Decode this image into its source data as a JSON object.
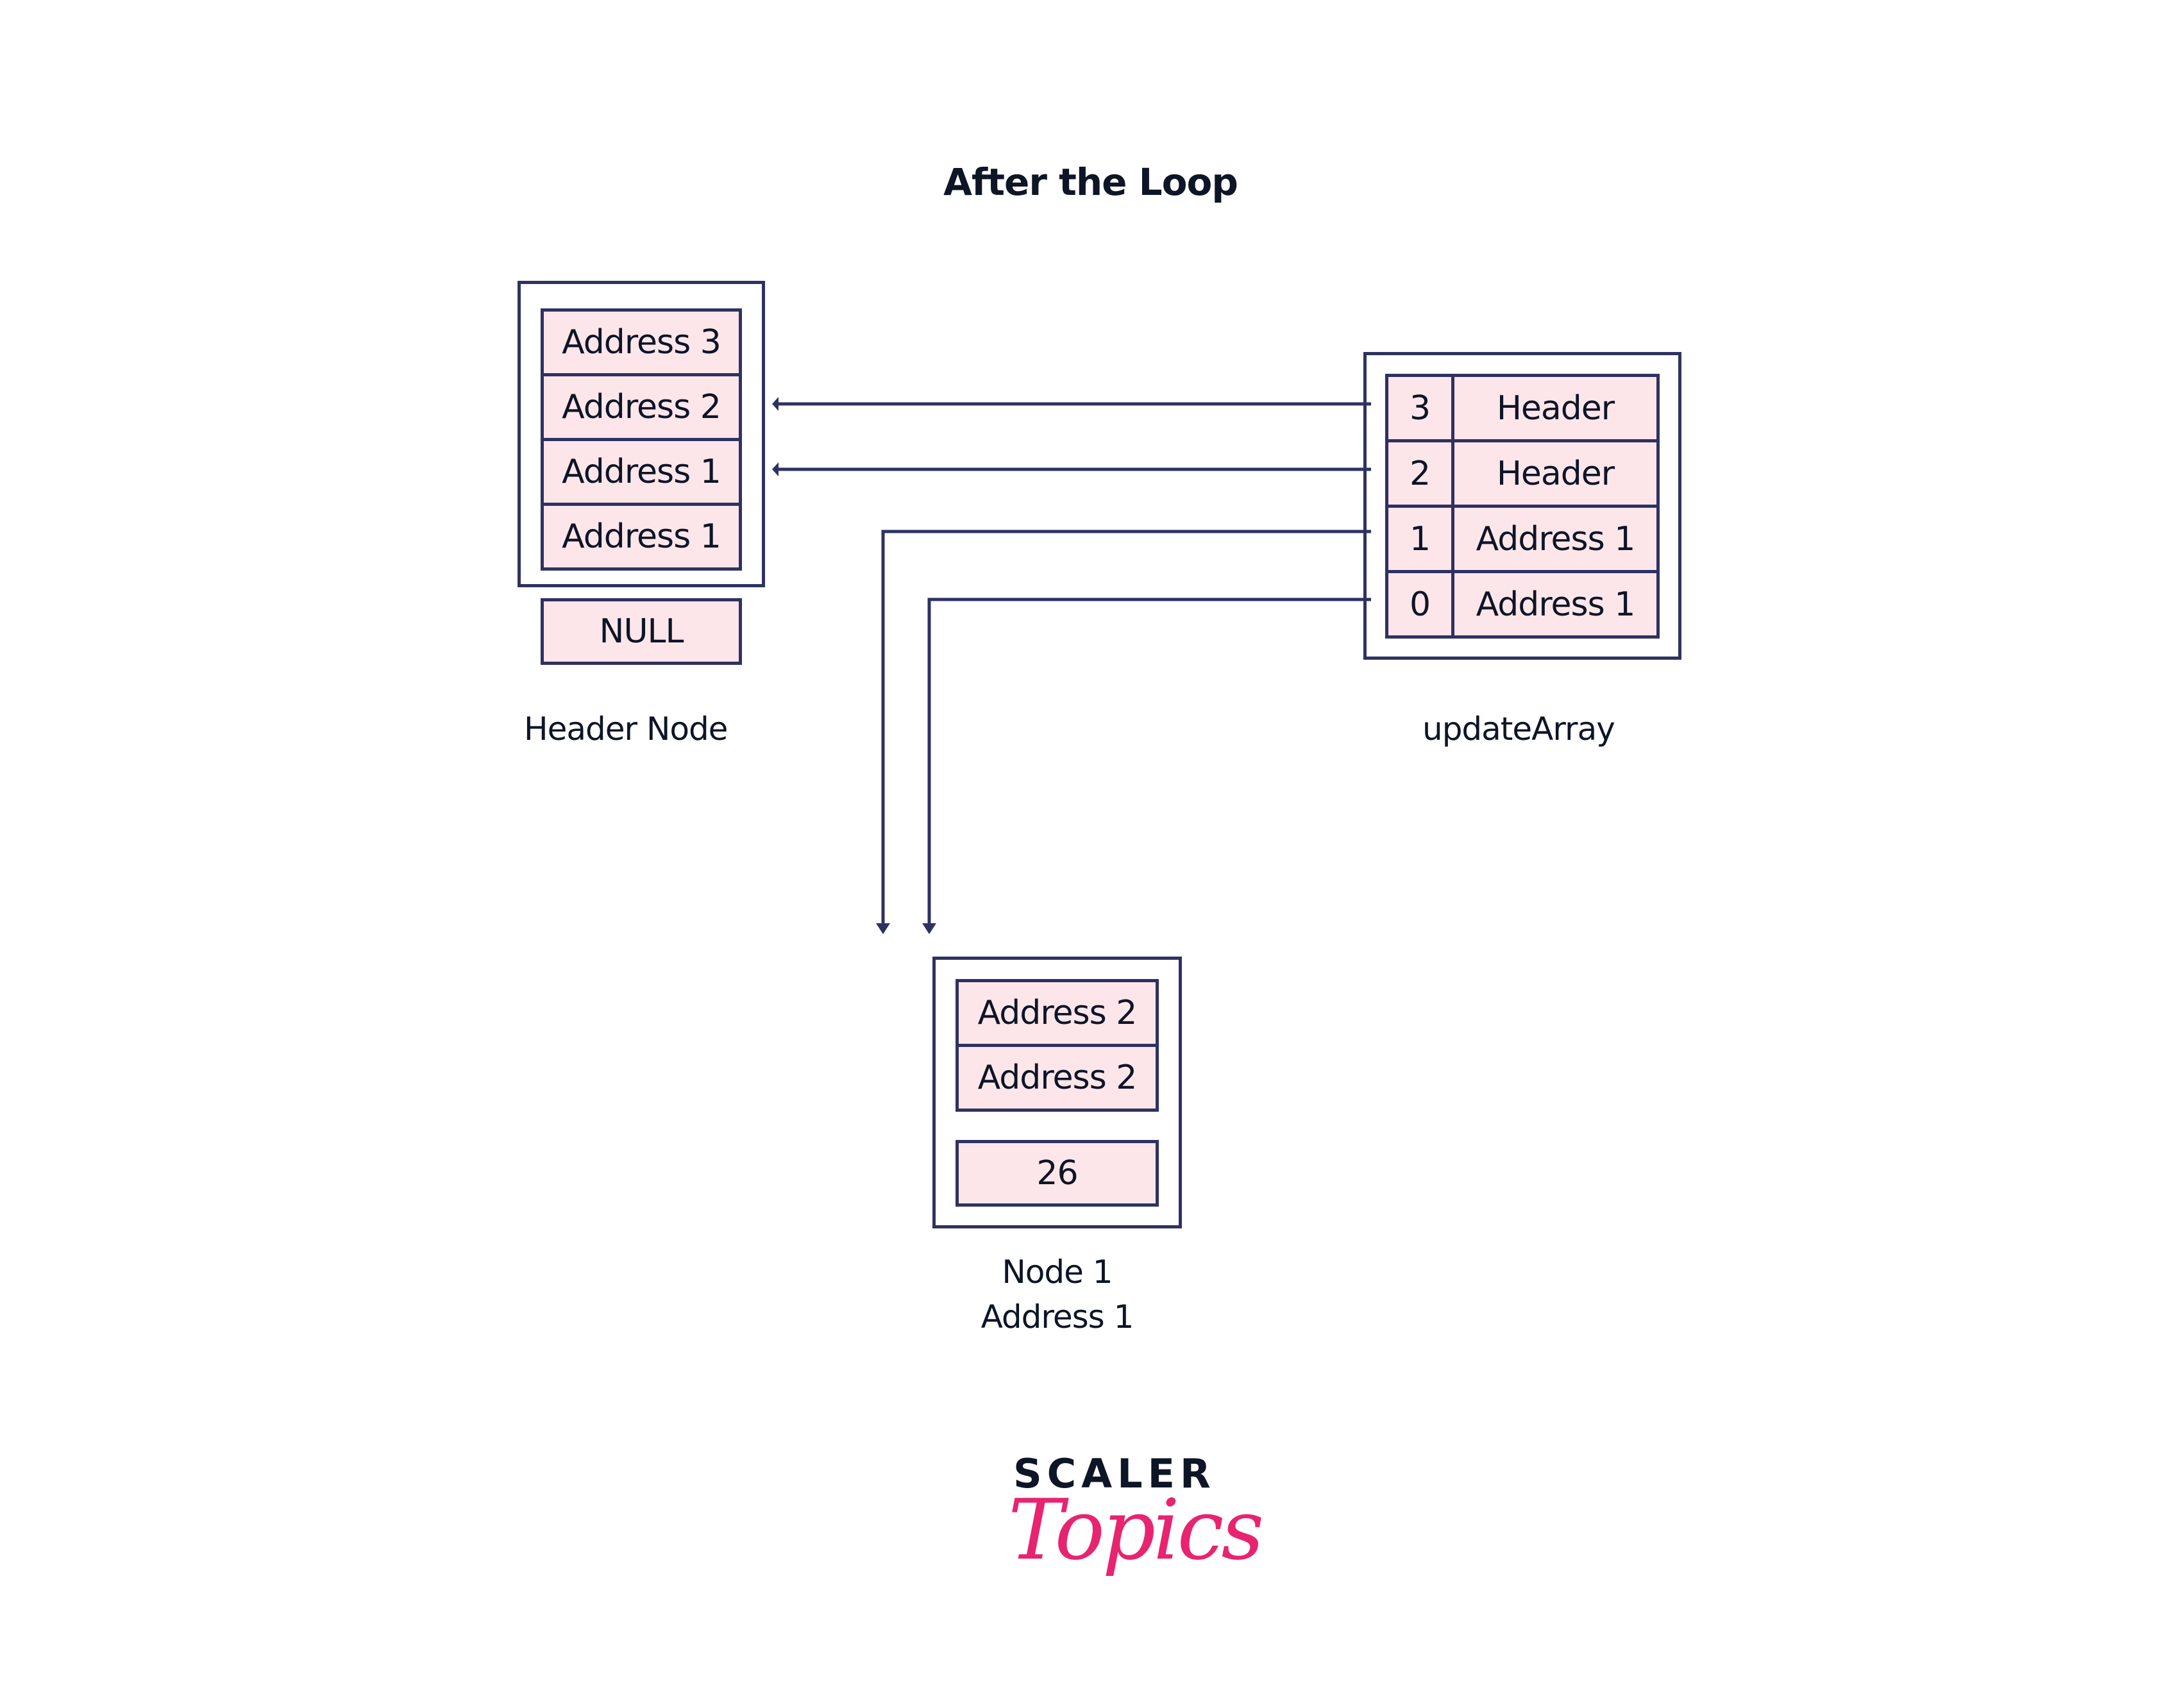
{
  "title": "After the Loop",
  "header_node": {
    "caption": "Header Node",
    "cells": [
      "Address 3",
      "Address 2",
      "Address 1",
      "Address 1"
    ],
    "data_cell": "NULL"
  },
  "update_array": {
    "caption": "updateArray",
    "rows": [
      {
        "index": "3",
        "value": "Header"
      },
      {
        "index": "2",
        "value": "Header"
      },
      {
        "index": "1",
        "value": "Address 1"
      },
      {
        "index": "0",
        "value": "Address 1"
      }
    ]
  },
  "node1": {
    "caption_line1": "Node 1",
    "caption_line2": "Address 1",
    "cells": [
      "Address 2",
      "Address 2"
    ],
    "data_cell": "26"
  },
  "arrows": [
    {
      "from": "updateArray[3]",
      "to": "Header Node"
    },
    {
      "from": "updateArray[2]",
      "to": "Header Node"
    },
    {
      "from": "updateArray[1]",
      "to": "Node 1"
    },
    {
      "from": "updateArray[0]",
      "to": "Node 1"
    }
  ],
  "logo": {
    "line1": "SCALER",
    "line2": "Topics"
  },
  "colors": {
    "stroke": "#2e3262",
    "cell_fill": "#fde6ea",
    "text": "#0d1526",
    "logo_accent": "#e8236f"
  }
}
